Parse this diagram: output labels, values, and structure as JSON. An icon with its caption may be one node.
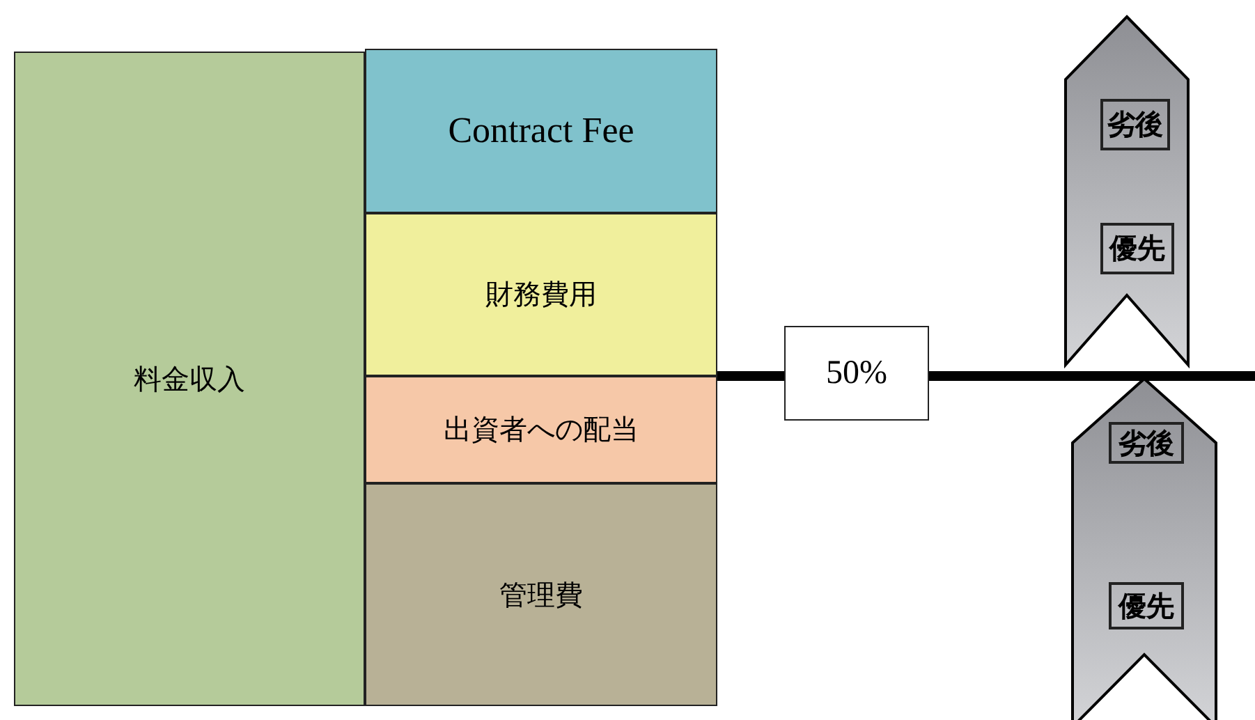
{
  "diagram": {
    "nodes": [
      {
        "text": [
          "料金収入"
        ]
      },
      {
        "text": [
          "Contract Fee"
        ]
      },
      {
        "text": [
          "財務費用"
        ]
      },
      {
        "text": [
          "出資者への配当"
        ]
      },
      {
        "text": [
          "管理費"
        ]
      },
      {
        "text": [
          "50%"
        ]
      },
      {
        "text": [],
        "shape": "chevron"
      },
      {
        "text": [
          "劣後"
        ],
        "in": 6
      },
      {
        "text": [
          "優先"
        ],
        "in": 6
      },
      {
        "text": [],
        "shape": "chevron"
      },
      {
        "text": [
          "劣後"
        ],
        "in": 9
      },
      {
        "text": [
          "優先"
        ],
        "in": 9
      }
    ]
  }
}
